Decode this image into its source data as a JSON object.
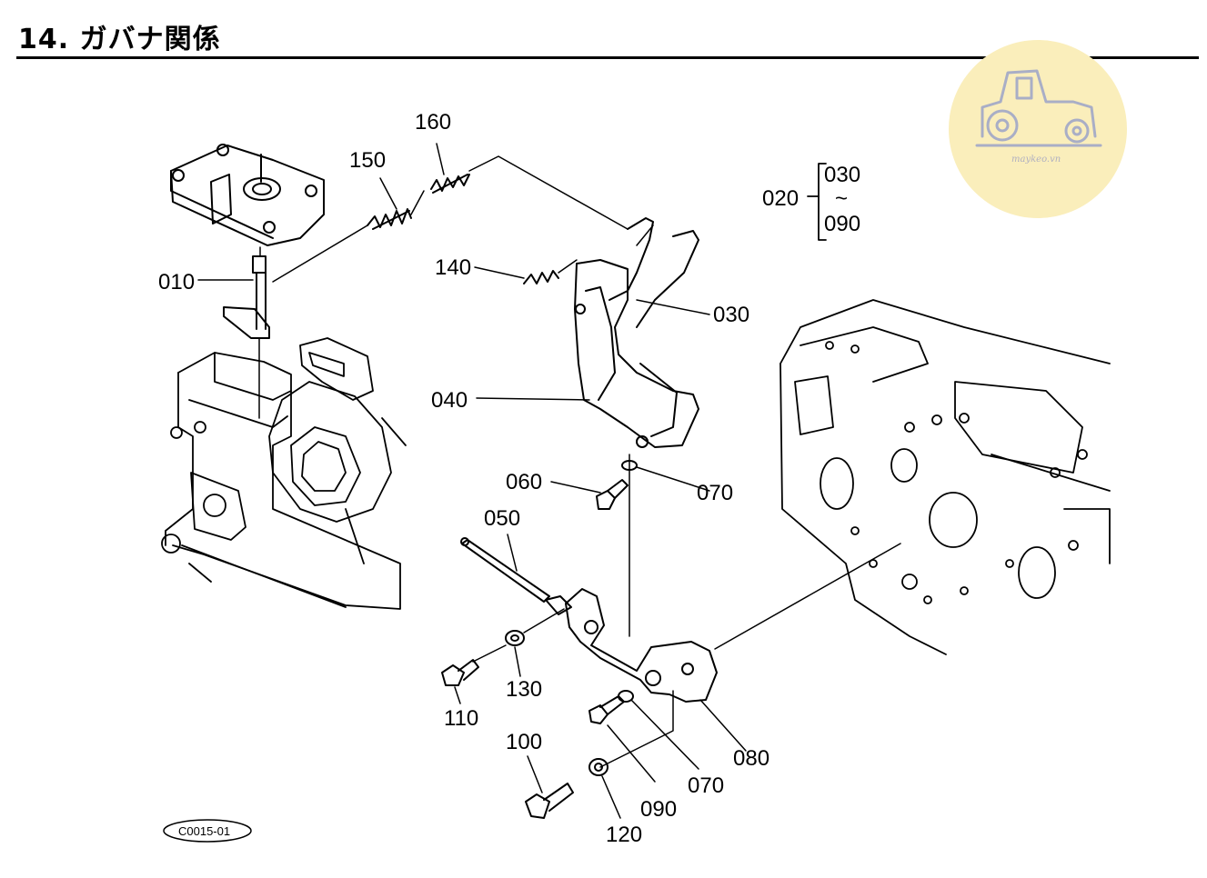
{
  "page": {
    "title_number": "14.",
    "title_text": "ガバナ関係",
    "figure_ref": "C0015-01"
  },
  "watermark": {
    "text": "maykeo.vn",
    "icon": "tractor-icon",
    "circle_color": "#faeebb",
    "icon_color": "#a9aec6"
  },
  "callouts": {
    "p010": "010",
    "p020": "020",
    "p020_range_start": "030",
    "p020_range_sep": "~",
    "p020_range_end": "090",
    "p030": "030",
    "p040": "040",
    "p050": "050",
    "p060": "060",
    "p070_upper": "070",
    "p070_lower": "070",
    "p080": "080",
    "p090": "090",
    "p100": "100",
    "p110": "110",
    "p120": "120",
    "p130": "130",
    "p140": "140",
    "p150": "150",
    "p160": "160"
  }
}
